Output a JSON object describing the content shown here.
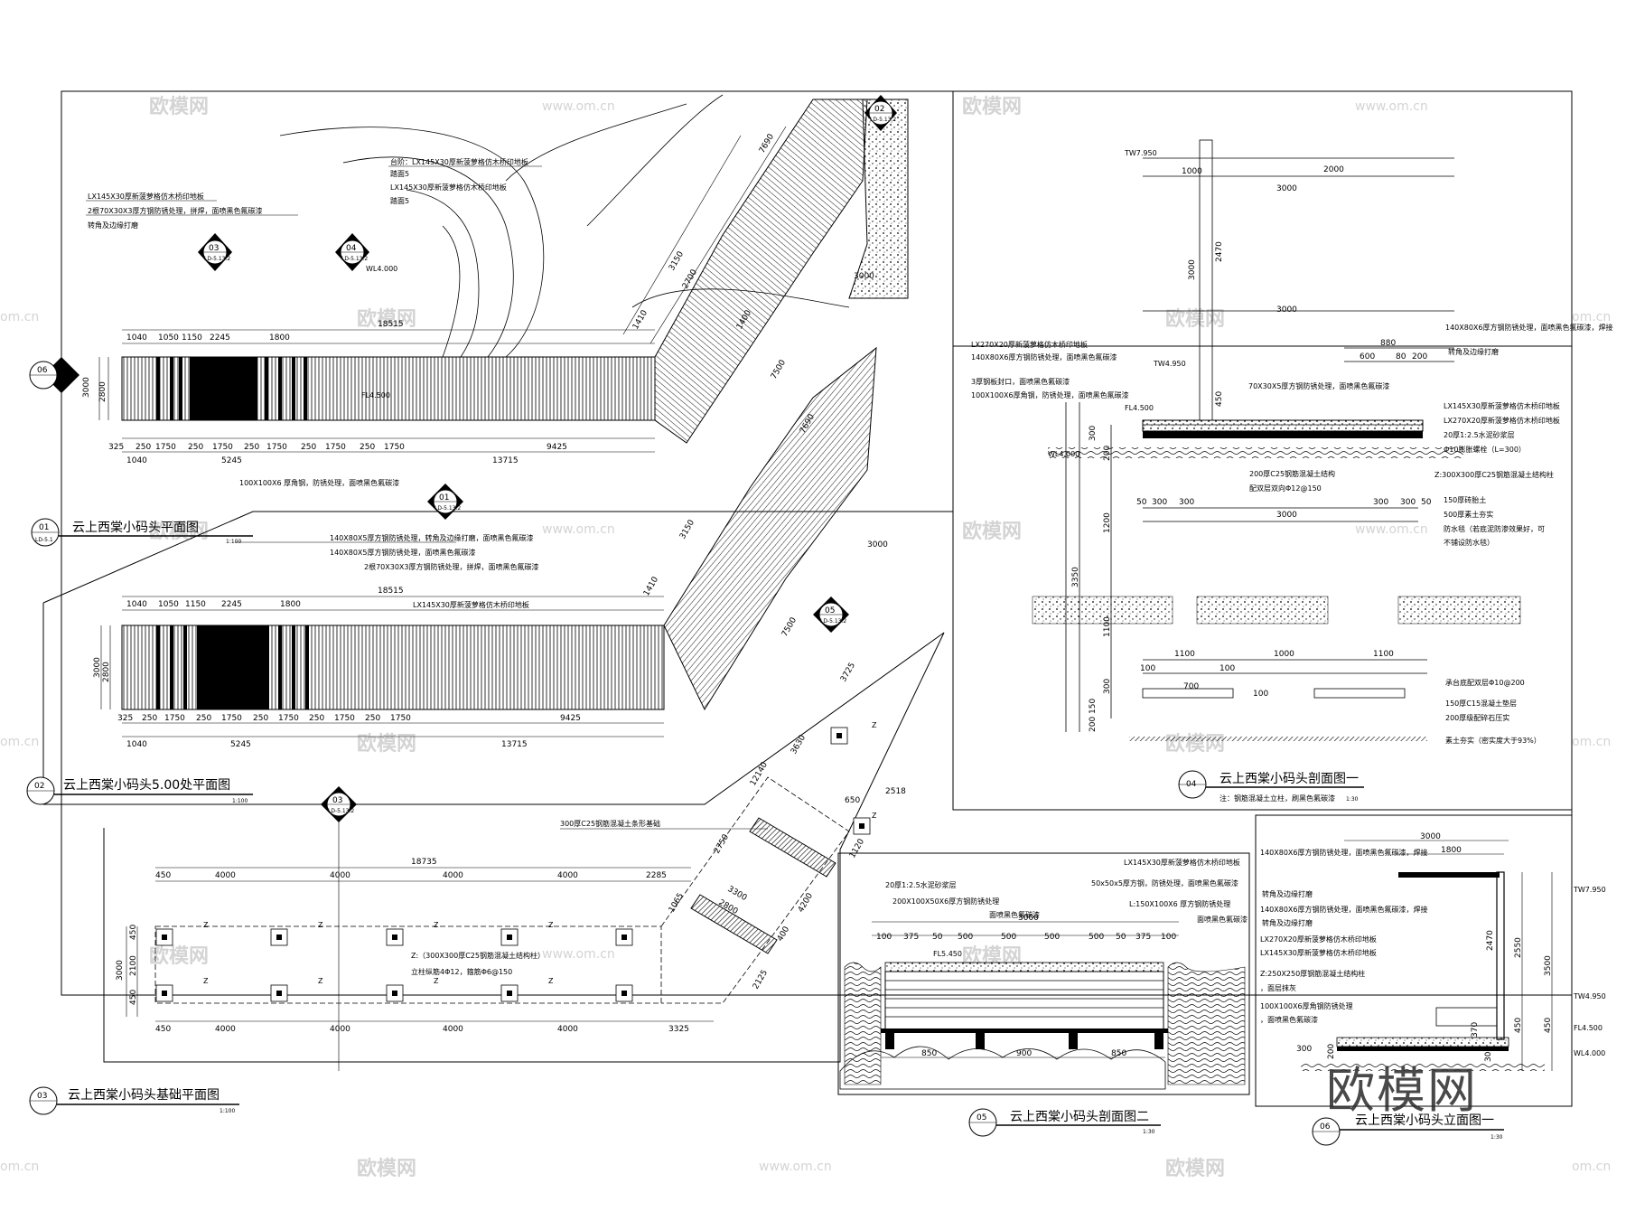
{
  "drawings": {
    "d01": {
      "num": "01",
      "sheet": "LD-5.1",
      "title": "云上西棠小码头平面图",
      "scale": "1:100"
    },
    "d02": {
      "num": "02",
      "title": "云上西棠小码头5.00处平面图",
      "scale": "1:100"
    },
    "d03": {
      "num": "03",
      "title": "云上西棠小码头基础平面图",
      "scale": "1:100"
    },
    "d04": {
      "num": "04",
      "title": "云上西棠小码头剖面图一",
      "scale": "1:30",
      "note": "注：钢筋混凝土立柱，刷黑色氟碳漆"
    },
    "d05": {
      "num": "05",
      "title": "云上西棠小码头剖面图二",
      "scale": "1:30"
    },
    "d06": {
      "num": "06",
      "title": "云上西棠小码头立面图一",
      "scale": "1:30"
    }
  },
  "markers": {
    "m03": {
      "num": "03",
      "ref": "LD-5.13.2"
    },
    "m04": {
      "num": "04",
      "ref": "LD-5.13.2"
    },
    "m02": {
      "num": "02",
      "ref": "LD-5.13.2"
    },
    "m01": {
      "num": "01",
      "ref": "LD-5.13.2"
    },
    "m05": {
      "num": "05",
      "ref": "LD-5.13.2"
    },
    "m06": {
      "num": "06"
    },
    "m03b": {
      "num": "03",
      "ref": "LD-5.13.2"
    }
  },
  "plan1": {
    "notes": [
      "LX145X30厚新菠萝格仿木桥印地板",
      "2根70X30X3厚方钢防锈处理，拼焊，面喷黑色氟碳漆",
      "转角及边缘打磨"
    ],
    "notes_top": [
      "台阶：LX145X30厚新菠萝格仿木桥印地板",
      "踏面5",
      "LX145X30厚新菠萝格仿木桥印地板",
      "踏面5"
    ],
    "level": "WL4.000",
    "level2": "FL4.500",
    "bottom_note": "100X100X6 厚角钢，防锈处理，面喷黑色氟碳漆",
    "dims_top": [
      "1040",
      "1050",
      "1150",
      "2245",
      "1800"
    ],
    "total": "18515",
    "dims_bot": [
      "325",
      "250",
      "1750",
      "250",
      "1750",
      "250",
      "1750",
      "250",
      "1750",
      "250",
      "1750",
      "9425"
    ],
    "dims_bot2": [
      "1040",
      "5245",
      "13715"
    ],
    "height": [
      "3000",
      "2800"
    ],
    "diag_dims": [
      "7690",
      "3150",
      "2700",
      "1410",
      "1400",
      "3000",
      "7500"
    ]
  },
  "plan2": {
    "notes": [
      "140X80X5厚方钢防锈处理，转角及边缘打磨，面喷黑色氟碳漆",
      "140X80X5厚方钢防锈处理，面喷黑色氟碳漆",
      "2根70X30X3厚方钢防锈处理，拼焊，面喷黑色氟碳漆",
      "LX145X30厚新菠萝格仿木桥印地板"
    ],
    "total": "18515",
    "dims_top": [
      "1040",
      "1050",
      "1150",
      "2245",
      "1800"
    ],
    "dims_bot": [
      "325",
      "250",
      "1750",
      "250",
      "1750",
      "250",
      "1750",
      "250",
      "1750",
      "250",
      "1750",
      "9425"
    ],
    "dims_bot2": [
      "1040",
      "5245",
      "13715"
    ],
    "height": [
      "3000",
      "2800"
    ],
    "diag_dims": [
      "7690",
      "3150",
      "1410",
      "3000",
      "7500"
    ]
  },
  "plan3": {
    "total": "18735",
    "dims_top": [
      "450",
      "4000",
      "4000",
      "4000",
      "4000",
      "2285"
    ],
    "dims_bot": [
      "450",
      "4000",
      "4000",
      "4000",
      "4000",
      "3325"
    ],
    "height": [
      "450",
      "2100",
      "450",
      "3000"
    ],
    "col_note": "Z:（300X300厚C25钢筋混凝土结构柱）",
    "col_note2": "立柱纵筋4Φ12，箍筋Φ6@150",
    "strip_note": "300厚C25钢筋混凝土条形基础",
    "diag_dims": [
      "3725",
      "3630",
      "12140",
      "2518",
      "650",
      "1120",
      "2750",
      "1065",
      "3300",
      "2800",
      "4200",
      "2125",
      "400"
    ],
    "col_label": "Z"
  },
  "sec1": {
    "levels": [
      "TW7.950",
      "TW4.950",
      "FL4.500",
      "WL4.000"
    ],
    "dims_top": [
      "1000",
      "2000",
      "3000"
    ],
    "mid_dims": [
      "3000",
      "880",
      "600",
      "80",
      "200"
    ],
    "vert": [
      "3000",
      "2470",
      "450",
      "300",
      "200",
      "1200",
      "3350",
      "1100",
      "300",
      "150",
      "200"
    ],
    "notes_left": [
      "LX270X20厚新菠萝格仿木桥印地板",
      "140X80X6厚方钢防锈处理，面喷黑色氟碳漆",
      "3厚钢板封口，面喷黑色氟碳漆",
      "100X100X6厚角钢，防锈处理，面喷黑色氟碳漆"
    ],
    "notes_center": [
      "70X30X5厚方钢防锈处理，面喷黑色氟碳漆"
    ],
    "notes_right": [
      "140X80X6厚方钢防锈处理，面喷黑色氟碳漆，焊接",
      "转角及边缘打磨",
      "LX145X30厚新菠萝格仿木桥印地板",
      "LX270X20厚新菠萝格仿木桥印地板",
      "20厚1:2.5水泥砂浆层",
      "Φ10膨胀螺栓（L=300）",
      "Z:300X300厚C25钢筋混凝土结构柱"
    ],
    "notes_lower": [
      "200厚C25钢筋混凝土结构",
      "配双层双向Φ12@150",
      "150厚砖胎土",
      "500厚素土夯实",
      "防水毯（若底泥防渗效果好，可",
      "不铺设防水毯）",
      "承台底配双层Φ10@200",
      "150厚C15混凝土垫层",
      "200厚级配碎石压实",
      "素土夯实（密实度大于93%）"
    ],
    "dims_mid": [
      "50",
      "300",
      "300",
      "3000",
      "300",
      "300",
      "50"
    ],
    "dims_found": [
      "1100",
      "1000",
      "1100",
      "100",
      "700",
      "100",
      "100"
    ]
  },
  "sec2": {
    "notes": [
      "20厚1:2.5水泥砂浆层",
      "200X100X50X6厚方钢防锈处理",
      "面喷黑色氟碳漆",
      "LX145X30厚新菠萝格仿木桥印地板",
      "50x50x5厚方钢，防锈处理，面喷黑色氟碳漆",
      "L:150X100X6 厚方钢防锈处理",
      "面喷黑色氟碳漆"
    ],
    "level": "FL5.450",
    "dims_top": [
      "3000"
    ],
    "dims_row": [
      "100",
      "375",
      "50",
      "500",
      "500",
      "500",
      "500",
      "50",
      "375",
      "100"
    ],
    "dims_bot": [
      "850",
      "900",
      "850"
    ]
  },
  "sec3": {
    "top": "3000",
    "top2": "1800",
    "notes": [
      "140X80X6厚方钢防锈处理，面喷黑色氟碳漆，焊接",
      "转角及边缘打磨",
      "140X80X6厚方钢防锈处理，面喷黑色氟碳漆，焊接",
      "转角及边缘打磨",
      "LX270X20厚新菠萝格仿木桥印地板",
      "LX145X30厚新菠萝格仿木桥印地板",
      "Z:250X250厚钢筋混凝土结构柱",
      "，面层抹灰",
      "100X100X6厚角钢防锈处理",
      "，面喷黑色氟碳漆"
    ],
    "levels": [
      "TW7.950",
      "TW4.950",
      "FL4.500",
      "WL4.000"
    ],
    "vert": [
      "2470",
      "2550",
      "3500",
      "450",
      "450",
      "370",
      "300",
      "200",
      "300"
    ]
  },
  "watermarks": {
    "brand": "欧模网",
    "url": "www.om.cn",
    "url_short": "om.cn"
  }
}
